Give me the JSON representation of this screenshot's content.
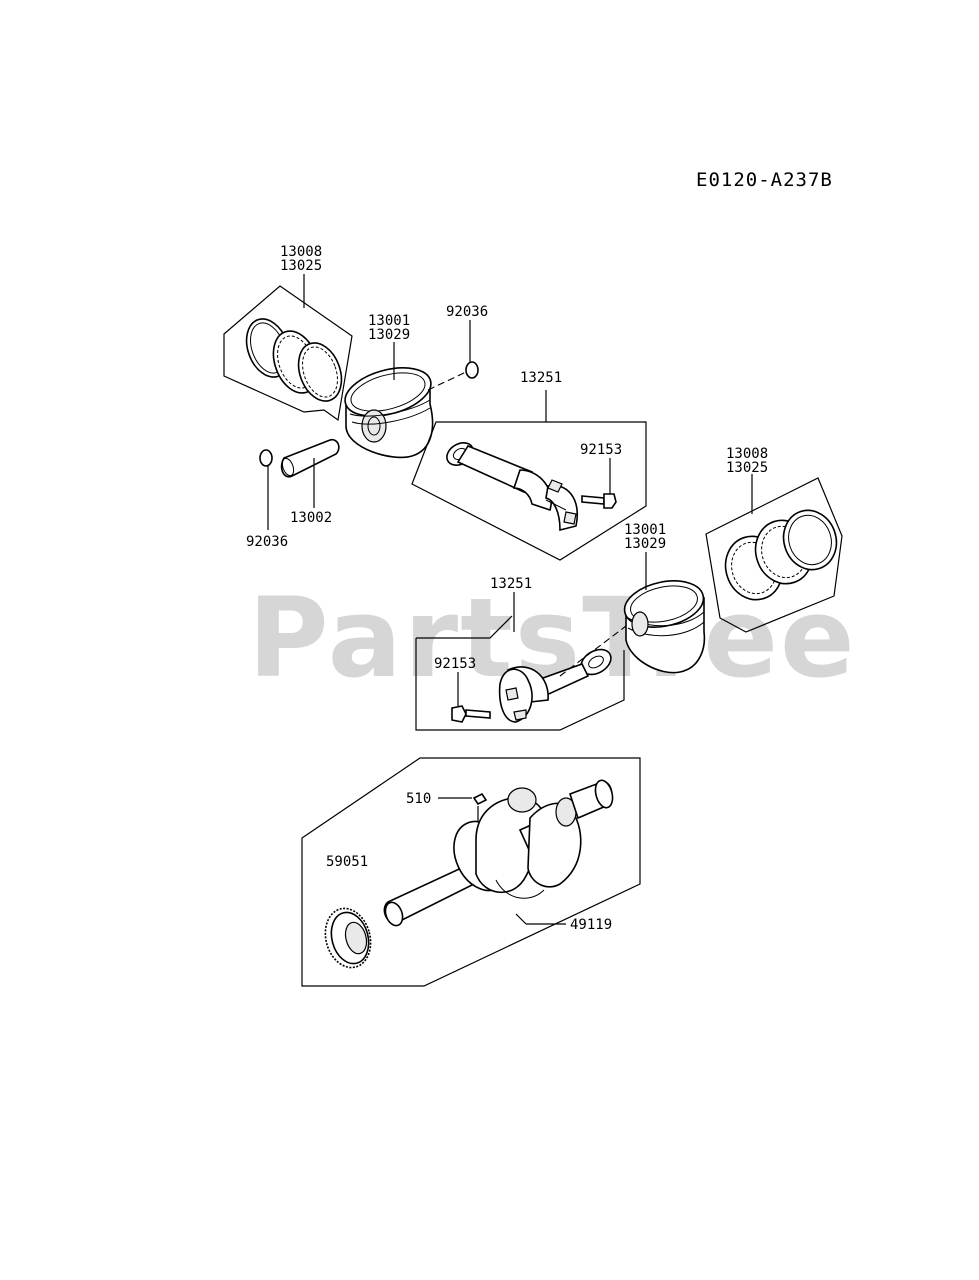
{
  "diagram_code": "E0120-A237B",
  "watermark": "PartsTree",
  "callouts": {
    "ring_set_1": [
      "13008",
      "13025"
    ],
    "piston_1": [
      "13001",
      "13029"
    ],
    "circlip_top": "92036",
    "conrod_1": "13251",
    "bolt_1": "92153",
    "pin": "13002",
    "circlip_bottom": "92036",
    "ring_set_2": [
      "13008",
      "13025"
    ],
    "piston_2": [
      "13001",
      "13029"
    ],
    "conrod_2": "13251",
    "bolt_2": "92153",
    "key": "510",
    "gear": "59051",
    "crankshaft": "49119"
  }
}
